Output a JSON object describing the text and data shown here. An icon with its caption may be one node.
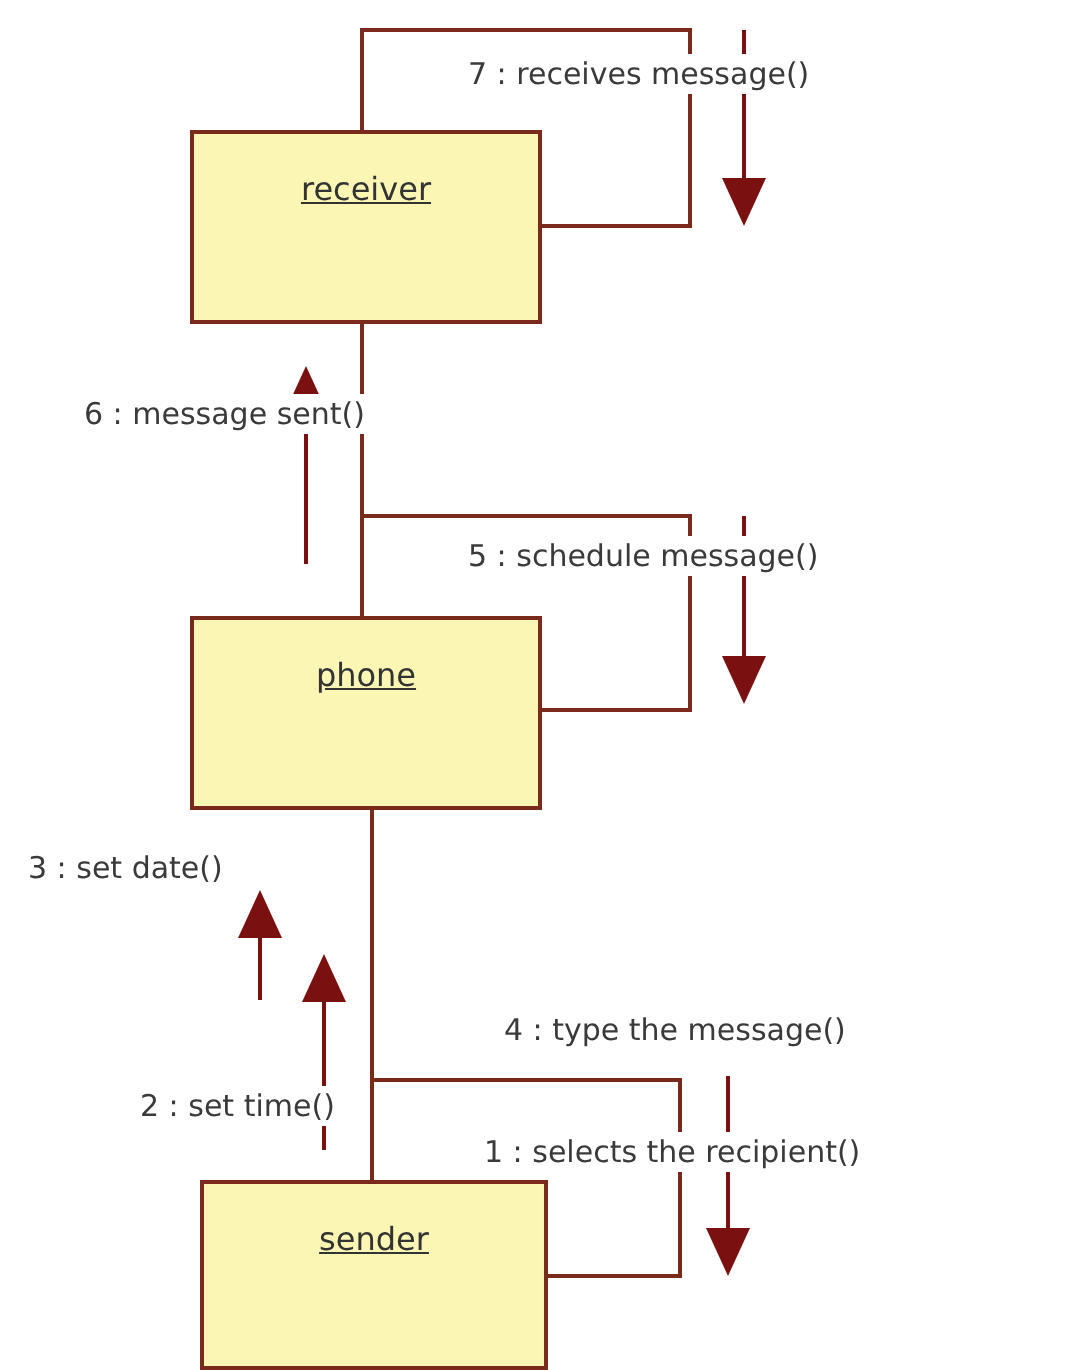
{
  "diagram": {
    "nodes": [
      {
        "text": [
          "receiver"
        ]
      },
      {
        "text": [
          "phone"
        ]
      },
      {
        "text": [
          "sender"
        ]
      }
    ],
    "edges": [
      {
        "from": 0,
        "to": 0,
        "arrow": "none"
      },
      {
        "from": 0,
        "to": 1,
        "arrow": "none"
      },
      {
        "from": 1,
        "to": 1,
        "arrow": "none"
      },
      {
        "from": 1,
        "to": 2,
        "arrow": "none"
      },
      {
        "from": 2,
        "to": 2,
        "arrow": "none"
      }
    ],
    "labels": [
      "7 : receives message()",
      "6 : message sent()",
      "5 : schedule message()",
      "3 : set date()",
      "4 : type the message()",
      "2 : set time()",
      "1 : selects the recipient()"
    ]
  }
}
